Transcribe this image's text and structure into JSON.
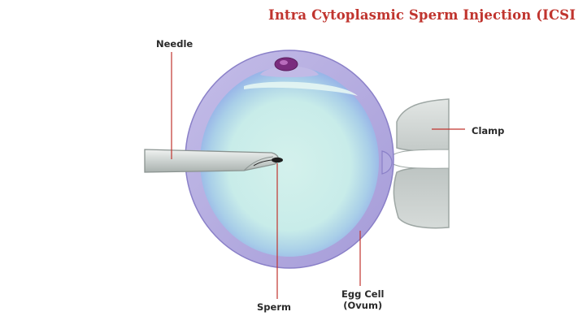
{
  "title": "Intra Cytoplasmic Sperm Injection (ICSI",
  "labels": {
    "needle": "Needle",
    "clamp": "Clamp",
    "sperm": "Sperm",
    "egg_line1": "Egg Cell",
    "egg_line2": "(Ovum)"
  },
  "colors": {
    "title": "#c0342e",
    "leader_line": "#c0342e",
    "zona": "#b3abe0",
    "cytoplasm": "#cfeee9",
    "nucleus": "#7a2c7e",
    "clamp": "#c8cfcd",
    "needle": "#d5dbd9"
  }
}
